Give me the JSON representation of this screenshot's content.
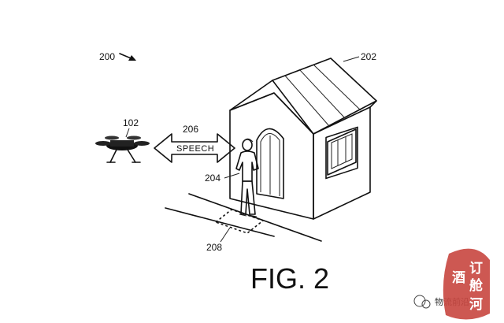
{
  "labels": {
    "fig_ref": "200",
    "house_ref": "202",
    "drone_ref": "102",
    "arrow_ref": "206",
    "person_ref": "204",
    "area_ref": "208",
    "speech": "SPEECH",
    "figure_title": "FIG. 2"
  },
  "watermark": {
    "text": "物流前沿",
    "seal_chars": [
      "订",
      "舱",
      "酒",
      "河"
    ]
  },
  "colors": {
    "ink": "#111111",
    "seal_red": "#c8463f",
    "background": "#ffffff"
  }
}
